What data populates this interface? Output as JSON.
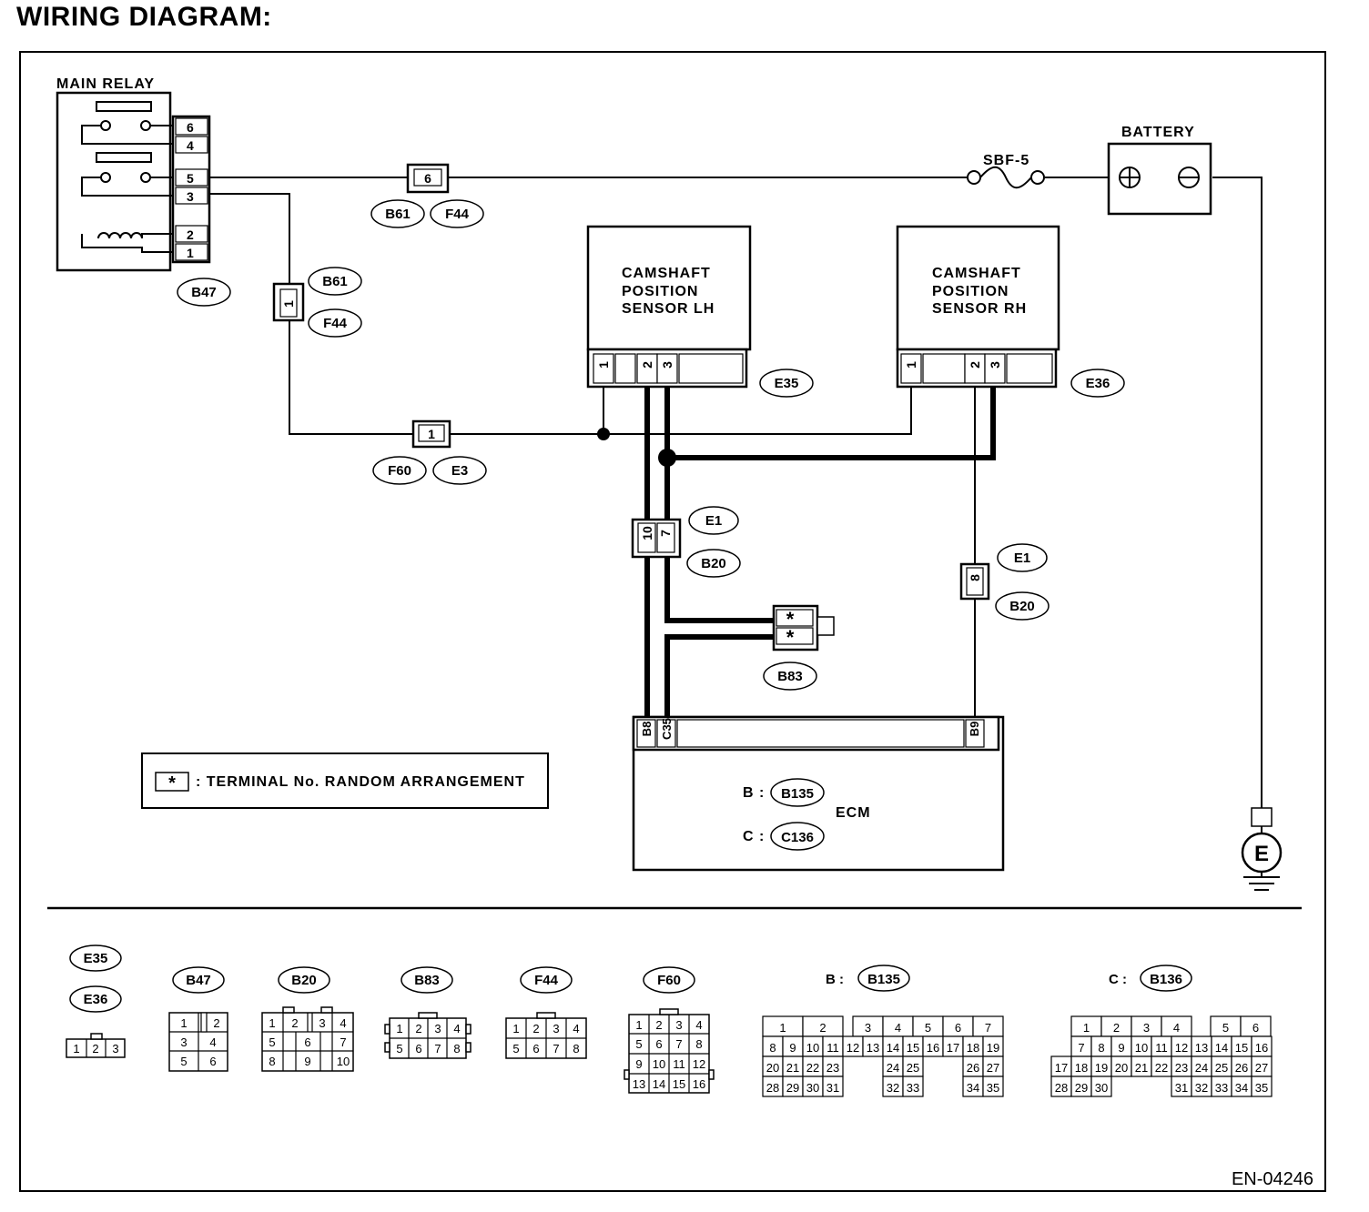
{
  "title": "WIRING DIAGRAM:",
  "components": {
    "main_relay": {
      "label": "MAIN RELAY",
      "pins": [
        "6",
        "4",
        "5",
        "3",
        "2",
        "1"
      ],
      "connector": "B47"
    },
    "battery": {
      "label": "BATTERY"
    },
    "fuse": {
      "label": "SBF-5"
    },
    "sensor_lh": {
      "line1": "CAMSHAFT",
      "line2": "POSITION",
      "line3": "SENSOR LH",
      "connector": "E35",
      "pins": [
        "1",
        "2",
        "3"
      ]
    },
    "sensor_rh": {
      "line1": "CAMSHAFT",
      "line2": "POSITION",
      "line3": "SENSOR RH",
      "connector": "E36",
      "pins": [
        "1",
        "2",
        "3"
      ]
    },
    "ecm": {
      "label": "ECM",
      "pins": [
        "B8",
        "C35",
        "B9"
      ],
      "b_prefix": "B :",
      "c_prefix": "C :",
      "b_connector": "B135",
      "c_connector": "C136"
    },
    "ground": {
      "label": "E"
    }
  },
  "connectors_inline": {
    "top": {
      "pin": "6",
      "labels": [
        "B61",
        "F44"
      ]
    },
    "left_vertical": {
      "pin": "1",
      "labels": [
        "B61",
        "F44"
      ]
    },
    "mid": {
      "pin": "1",
      "labels": [
        "F60",
        "E3"
      ]
    },
    "e1_b20_left": {
      "pins": [
        "10",
        "7"
      ],
      "labels": [
        "E1",
        "B20"
      ]
    },
    "e1_b20_right": {
      "pin": "8",
      "labels": [
        "E1",
        "B20"
      ]
    },
    "b83": {
      "pins": [
        "*",
        "*"
      ],
      "label": "B83"
    }
  },
  "legend": {
    "symbol": "*",
    "text": ": TERMINAL No. RANDOM ARRANGEMENT"
  },
  "connector_views": {
    "e35": "E35",
    "e36": "E36",
    "e35_pins": [
      "1",
      "2",
      "3"
    ],
    "b47": {
      "name": "B47",
      "pins": [
        "1",
        "2",
        "3",
        "4",
        "5",
        "6"
      ]
    },
    "b20": {
      "name": "B20",
      "pins": [
        "1",
        "2",
        "3",
        "4",
        "5",
        "6",
        "7",
        "8",
        "9",
        "10"
      ]
    },
    "b83": {
      "name": "B83",
      "pins": [
        "1",
        "2",
        "3",
        "4",
        "5",
        "6",
        "7",
        "8"
      ]
    },
    "f44": {
      "name": "F44",
      "pins": [
        "1",
        "2",
        "3",
        "4",
        "5",
        "6",
        "7",
        "8"
      ]
    },
    "f60": {
      "name": "F60",
      "pins": [
        "1",
        "2",
        "3",
        "4",
        "5",
        "6",
        "7",
        "8",
        "9",
        "10",
        "11",
        "12",
        "13",
        "14",
        "15",
        "16"
      ]
    },
    "b135": {
      "prefix": "B :",
      "name": "B135",
      "rows": [
        [
          "1",
          "2",
          "",
          "",
          "3",
          "4",
          "5",
          "6",
          "7"
        ],
        [
          "8",
          "9",
          "10",
          "11",
          "12",
          "13",
          "14",
          "15",
          "16",
          "17",
          "18",
          "19"
        ],
        [
          "20",
          "21",
          "22",
          "23",
          "",
          "",
          "24",
          "25",
          "",
          "",
          "26",
          "27"
        ],
        [
          "28",
          "29",
          "30",
          "31",
          "",
          "",
          "32",
          "33",
          "",
          "",
          "34",
          "35"
        ]
      ]
    },
    "c136": {
      "prefix": "C :",
      "name": "B136",
      "rows": [
        [
          "1",
          "2",
          "3",
          "4",
          "",
          "5",
          "6"
        ],
        [
          "7",
          "8",
          "9",
          "10",
          "11",
          "12",
          "13",
          "14",
          "15",
          "16"
        ],
        [
          "17",
          "18",
          "19",
          "20",
          "21",
          "22",
          "23",
          "24",
          "25",
          "26",
          "27"
        ],
        [
          "28",
          "29",
          "30",
          "",
          "",
          "",
          "31",
          "32",
          "33",
          "34",
          "35"
        ]
      ]
    }
  },
  "footer_code": "EN-04246"
}
